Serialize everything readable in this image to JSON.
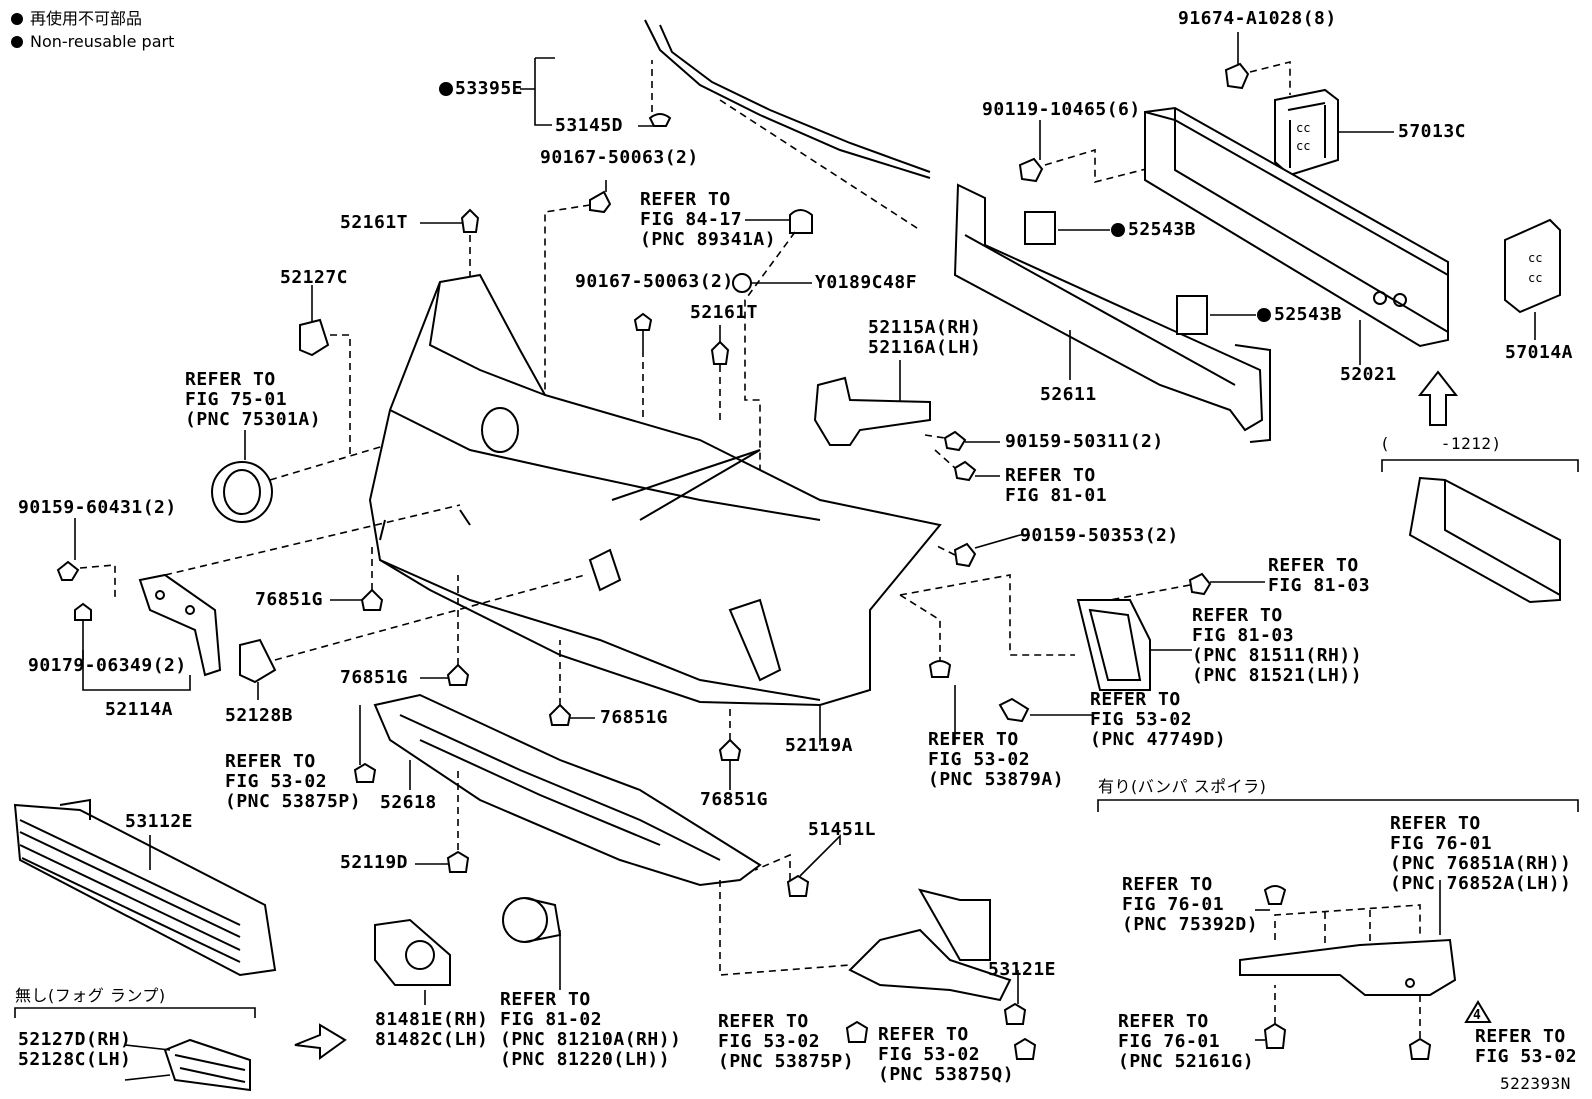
{
  "legend": {
    "line1": "再使用不可部品",
    "line2": "Non-reusable part"
  },
  "labels": {
    "p53395E": "53395E",
    "p53145D": "53145D",
    "p91674": "91674-A1028(8)",
    "p57013C": "57013C",
    "p90119": "90119-10465(6)",
    "p52543B_1": "52543B",
    "p52543B_2": "52543B",
    "p90167_1": "90167-50063(2)",
    "p52161T_1": "52161T",
    "ref8417": "REFER TO\nFIG 84-17\n(PNC 89341A)",
    "p90167_2": "90167-50063(2)",
    "pY0189": "Y0189C48F",
    "p52127C": "52127C",
    "p52161T_2": "52161T",
    "p52115A": "52115A(RH)\n52116A(LH)",
    "p52611": "52611",
    "p52021": "52021",
    "p57014A": "57014A",
    "ref7501": "REFER TO\nFIG 75-01\n(PNC 75301A)",
    "p90159_311": "90159-50311(2)",
    "ref8101": "REFER TO\nFIG 81-01",
    "range": "(     -1212)",
    "p90159_60431": "90159-60431(2)",
    "p90159_353": "90159-50353(2)",
    "ref8103a": "REFER TO\nFIG 81-03",
    "p76851G_1": "76851G",
    "ref8103b": "REFER TO\nFIG 81-03\n(PNC 81511(RH))\n(PNC 81521(LH))",
    "p90179": "90179-06349(2)",
    "p52114A": "52114A",
    "p52128B": "52128B",
    "p76851G_2": "76851G",
    "p76851G_3": "76851G",
    "ref5302a": "REFER TO\nFIG 53-02\n(PNC 47749D)",
    "p52119A": "52119A",
    "ref5302b": "REFER TO\nFIG 53-02\n(PNC 53879A)",
    "ref5302c": "REFER TO\nFIG 53-02\n(PNC 53875P)",
    "p52618": "52618",
    "p76851G_4": "76851G",
    "spoiler": "有り(バンパ スポイラ)",
    "p53112E": "53112E",
    "p51451L": "51451L",
    "ref7601a": "REFER TO\nFIG 76-01\n(PNC 76851A(RH))\n(PNC 76852A(LH))",
    "p52119D": "52119D",
    "ref7601b": "REFER TO\nFIG 76-01\n(PNC 75392D)",
    "p53121E": "53121E",
    "nofog": "無し(フォグ ランプ)",
    "p81481E": "81481E(RH)\n81482C(LH)",
    "ref8102": "REFER TO\nFIG 81-02\n(PNC 81210A(RH))\n(PNC 81220(LH))",
    "ref5302d": "REFER TO\nFIG 53-02\n(PNC 53875P)",
    "ref5302e": "REFER TO\nFIG 53-02\n(PNC 53875Q)",
    "ref7601c": "REFER TO\nFIG 76-01\n(PNC 52161G)",
    "ref5302f": "REFER TO\nFIG 53-02",
    "p52127D": "52127D(RH)\n52128C(LH)",
    "warn": "4",
    "code": "522393N"
  }
}
